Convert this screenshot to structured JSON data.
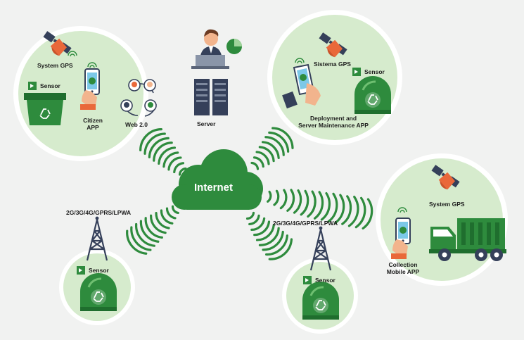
{
  "cloud": {
    "label": "Internet"
  },
  "server": {
    "label": "Server"
  },
  "citizen_hub": {
    "gps_label": "System GPS",
    "sensor_label": "Sensor",
    "app_label_line1": "Citizen",
    "app_label_line2": "APP",
    "web_label": "Web 2.0"
  },
  "maintenance_hub": {
    "gps_label": "Sistema GPS",
    "sensor_label": "Sensor",
    "app_label_line1": "Deployment and",
    "app_label_line2": "Server Maintenance APP"
  },
  "collection_hub": {
    "gps_label": "System GPS",
    "app_label_line1": "Collection",
    "app_label_line2": "Mobile APP"
  },
  "network_left": {
    "label": "2G/3G/4G/GPRS/LPWA"
  },
  "network_right": {
    "label": "2G/3G/4G/GPRS/LPWA"
  },
  "sensor_left": {
    "label": "Sensor"
  },
  "sensor_right": {
    "label": "Sensor"
  },
  "colors": {
    "accent_green": "#2e8b3d",
    "light_green": "#d6ebcd",
    "dark_green": "#1f6e2e",
    "satellite_orange": "#e9683a",
    "dark_navy": "#35405a"
  }
}
